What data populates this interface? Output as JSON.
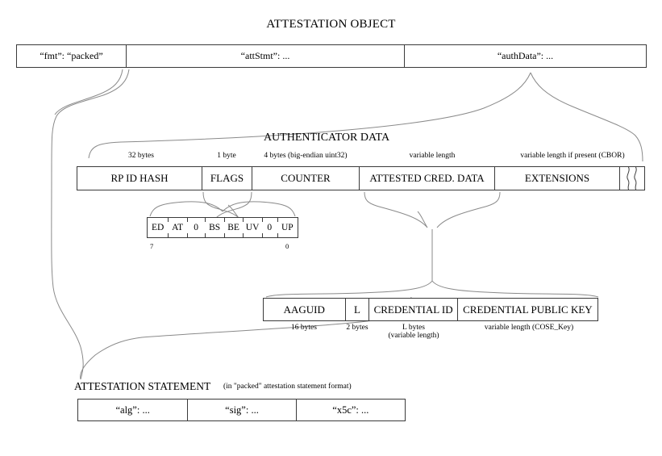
{
  "diagram": {
    "title": "ATTESTATION OBJECT"
  },
  "attestation_object": {
    "fields": [
      {
        "label": "“fmt”: “packed”"
      },
      {
        "label": "“attStmt”: ..."
      },
      {
        "label": "“authData”: ..."
      }
    ]
  },
  "authenticator_data": {
    "title": "AUTHENTICATOR DATA",
    "fields": [
      {
        "label": "RP ID HASH",
        "size": "32 bytes"
      },
      {
        "label": "FLAGS",
        "size": "1 byte"
      },
      {
        "label": "COUNTER",
        "size": "4 bytes (big-endian uint32)"
      },
      {
        "label": "ATTESTED CRED. DATA",
        "size": "variable length"
      },
      {
        "label": "EXTENSIONS",
        "size": "variable length if present (CBOR)"
      }
    ]
  },
  "flags": {
    "bits": [
      {
        "label": "ED"
      },
      {
        "label": "AT"
      },
      {
        "label": "0"
      },
      {
        "label": "BS"
      },
      {
        "label": "BE"
      },
      {
        "label": "UV"
      },
      {
        "label": "0"
      },
      {
        "label": "UP"
      }
    ],
    "msb_index": "7",
    "lsb_index": "0"
  },
  "attested_credential_data": {
    "fields": [
      {
        "label": "AAGUID",
        "size": "16 bytes"
      },
      {
        "label": "L",
        "size": "2 bytes"
      },
      {
        "label": "CREDENTIAL ID",
        "size": "L bytes",
        "size2": "(variable length)"
      },
      {
        "label": "CREDENTIAL PUBLIC KEY",
        "size": "variable length (COSE_Key)"
      }
    ]
  },
  "attestation_statement": {
    "title": "ATTESTATION STATEMENT",
    "note": "(in \"packed\" attestation statement format)",
    "fields": [
      {
        "label": "“alg”: ..."
      },
      {
        "label": "“sig”: ..."
      },
      {
        "label": "“x5c”: ..."
      }
    ]
  },
  "style": {
    "line_color": "#3a3a3a",
    "connector_color": "#8a8a8a",
    "background": "#ffffff",
    "text_color": "#000000"
  }
}
